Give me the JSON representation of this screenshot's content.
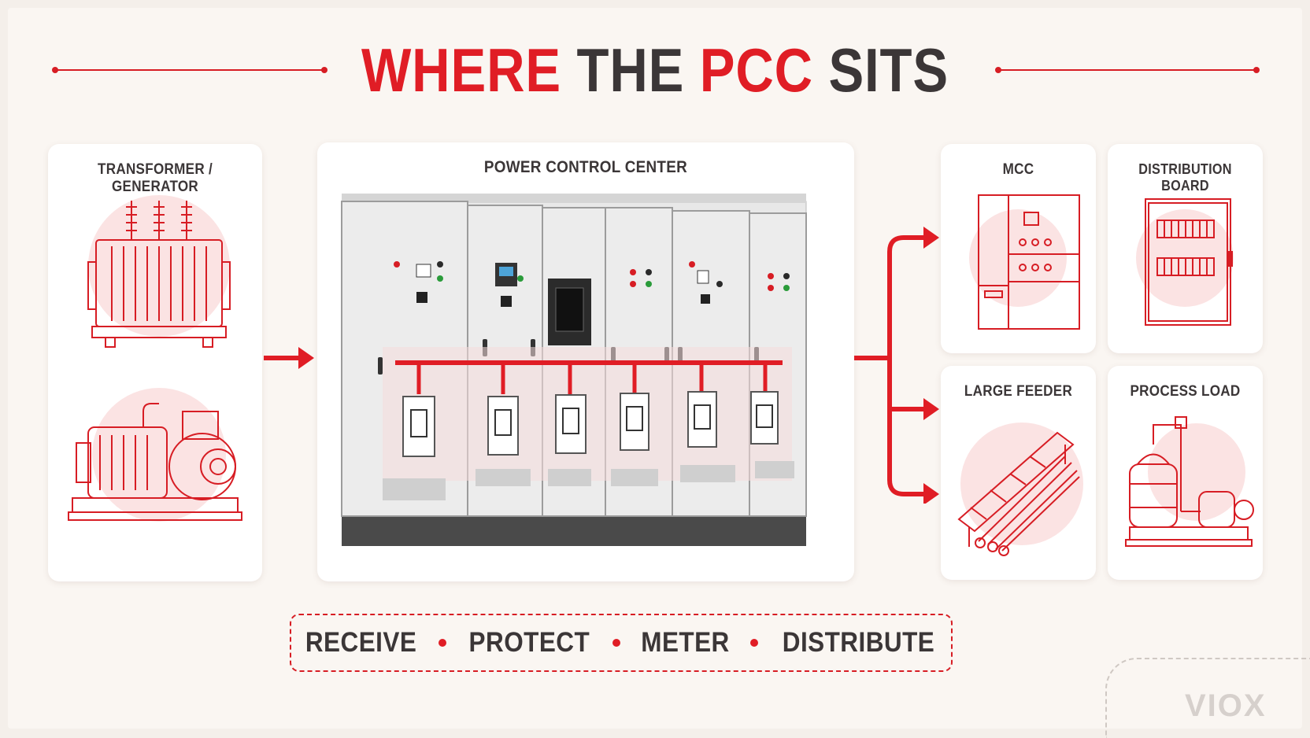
{
  "title": {
    "word1": "WHERE",
    "word2": "THE",
    "word3": "PCC",
    "word4": "SITS"
  },
  "sources": {
    "label": "TRANSFORMER / GENERATOR"
  },
  "pcc": {
    "label": "POWER CONTROL CENTER"
  },
  "loads": {
    "mcc": "MCC",
    "distribution_board": "DISTRIBUTION BOARD",
    "large_feeder": "LARGE FEEDER",
    "process_load": "PROCESS LOAD"
  },
  "functions": [
    "RECEIVE",
    "PROTECT",
    "METER",
    "DISTRIBUTE"
  ],
  "brand": "VIOX",
  "colors": {
    "accent": "#e01d25",
    "dark_text": "#3b3637",
    "background": "#faf6f2"
  }
}
